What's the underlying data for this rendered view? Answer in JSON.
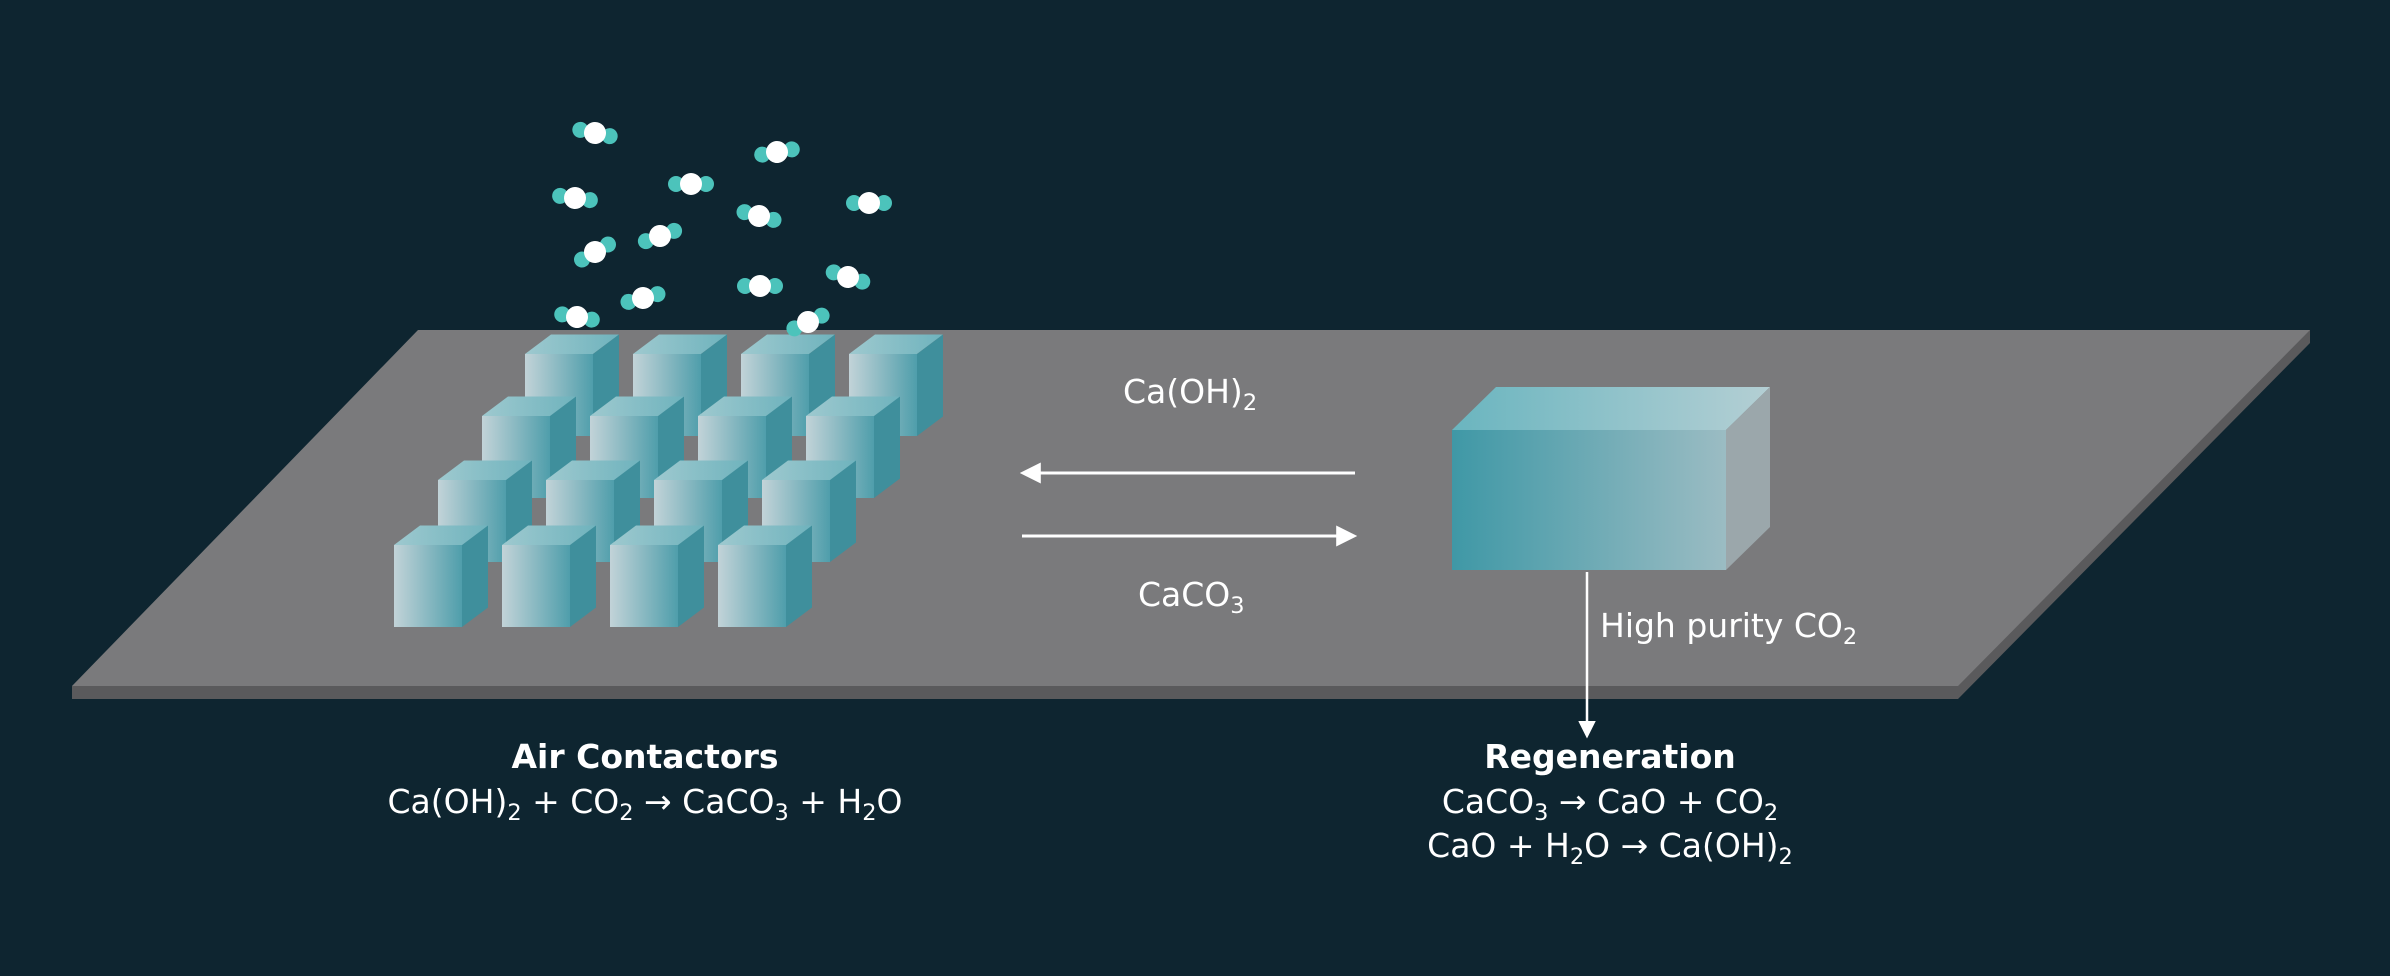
{
  "labels": {
    "arrow_top": [
      "Ca(OH)",
      "2"
    ],
    "arrow_bottom": [
      "CaCO",
      "3"
    ],
    "high_purity": [
      "High purity CO",
      "2"
    ]
  },
  "air_contactors": {
    "title": "Air Contactors",
    "eq": [
      "Ca(OH)",
      "2",
      " + CO",
      "2",
      " → CaCO",
      "3",
      " + H",
      "2",
      "O"
    ]
  },
  "regeneration": {
    "title": "Regeneration",
    "eq1": [
      "CaCO",
      "3",
      " → CaO + CO",
      "2"
    ],
    "eq2": [
      "CaO + H",
      "2",
      "O → Ca(OH)",
      "2"
    ]
  },
  "colors": {
    "background": "#0e2530",
    "platform": "#7a7a7c",
    "platform_edge": "#5a5a5c",
    "cube_light": "#bfd2d7",
    "cube_teal": "#4a9aa8",
    "molecule_teal": "#4cc3bb",
    "molecule_white": "#ffffff",
    "text": "#ffffff"
  }
}
